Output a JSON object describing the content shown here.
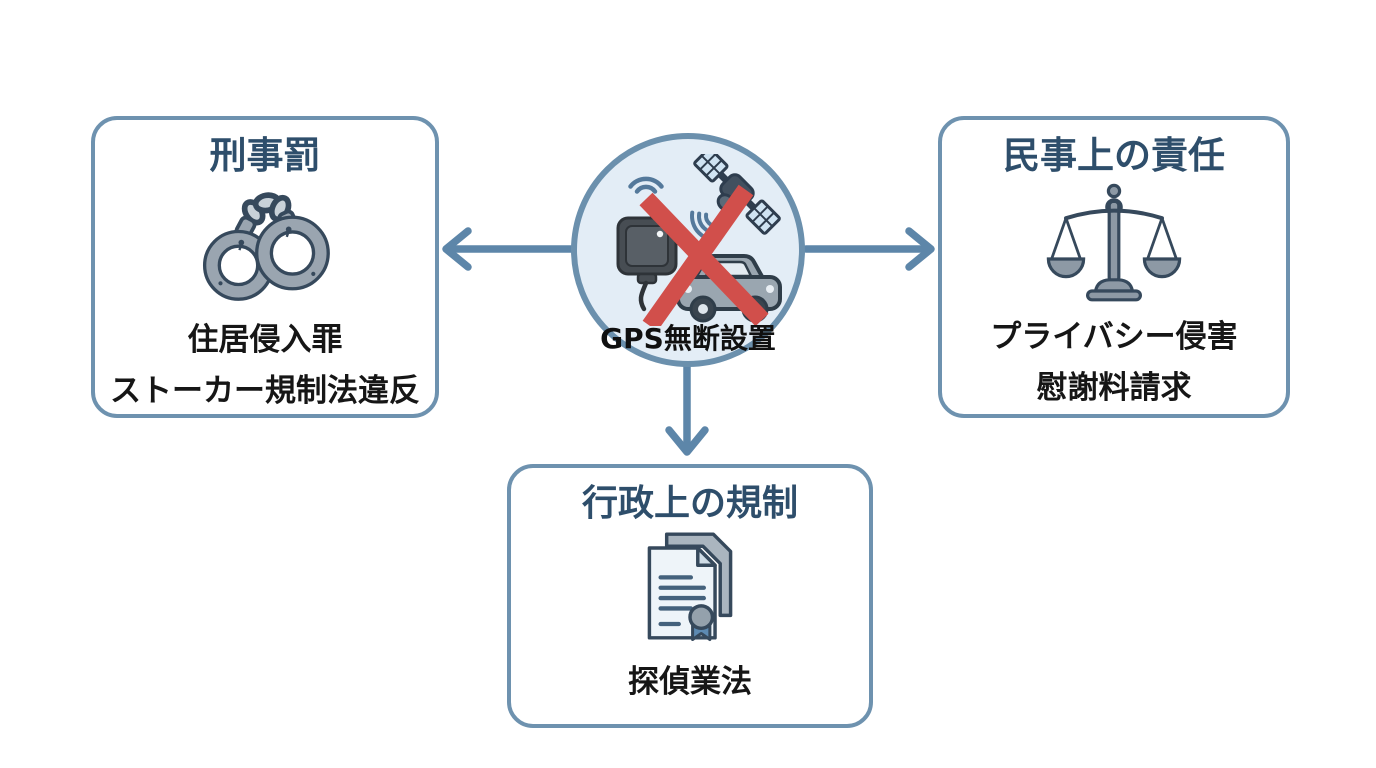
{
  "center": {
    "label": "GPS無断設置",
    "icon": "gps-tracker-satellite-car-with-prohibition-cross"
  },
  "boxes": [
    {
      "id": "criminal-penalty",
      "title": "刑事罰",
      "icon": "handcuffs-icon",
      "lines": [
        "住居侵入罪",
        "ストーカー規制法違反"
      ]
    },
    {
      "id": "civil-liability",
      "title": "民事上の責任",
      "icon": "scales-of-justice-icon",
      "lines": [
        "プライバシー侵害",
        "慰謝料請求"
      ]
    },
    {
      "id": "administrative-regulation",
      "title": "行政上の規制",
      "icon": "certificate-document-icon",
      "lines": [
        "探偵業法"
      ]
    }
  ],
  "connectors": [
    {
      "from": "center",
      "to": "criminal-penalty",
      "direction": "left"
    },
    {
      "from": "center",
      "to": "civil-liability",
      "direction": "right"
    },
    {
      "from": "center",
      "to": "administrative-regulation",
      "direction": "down"
    }
  ],
  "colors": {
    "background": "#ffffff",
    "box_border": "#6e92af",
    "title_text": "#2e4e6b",
    "body_text": "#161616",
    "circle_fill": "#e3edf6",
    "circle_border": "#6b90ad",
    "arrow": "#5d86a9",
    "prohibition_cross": "#d14f4b",
    "icon_gray": "#9aa5b0",
    "icon_outline": "#36495c"
  }
}
